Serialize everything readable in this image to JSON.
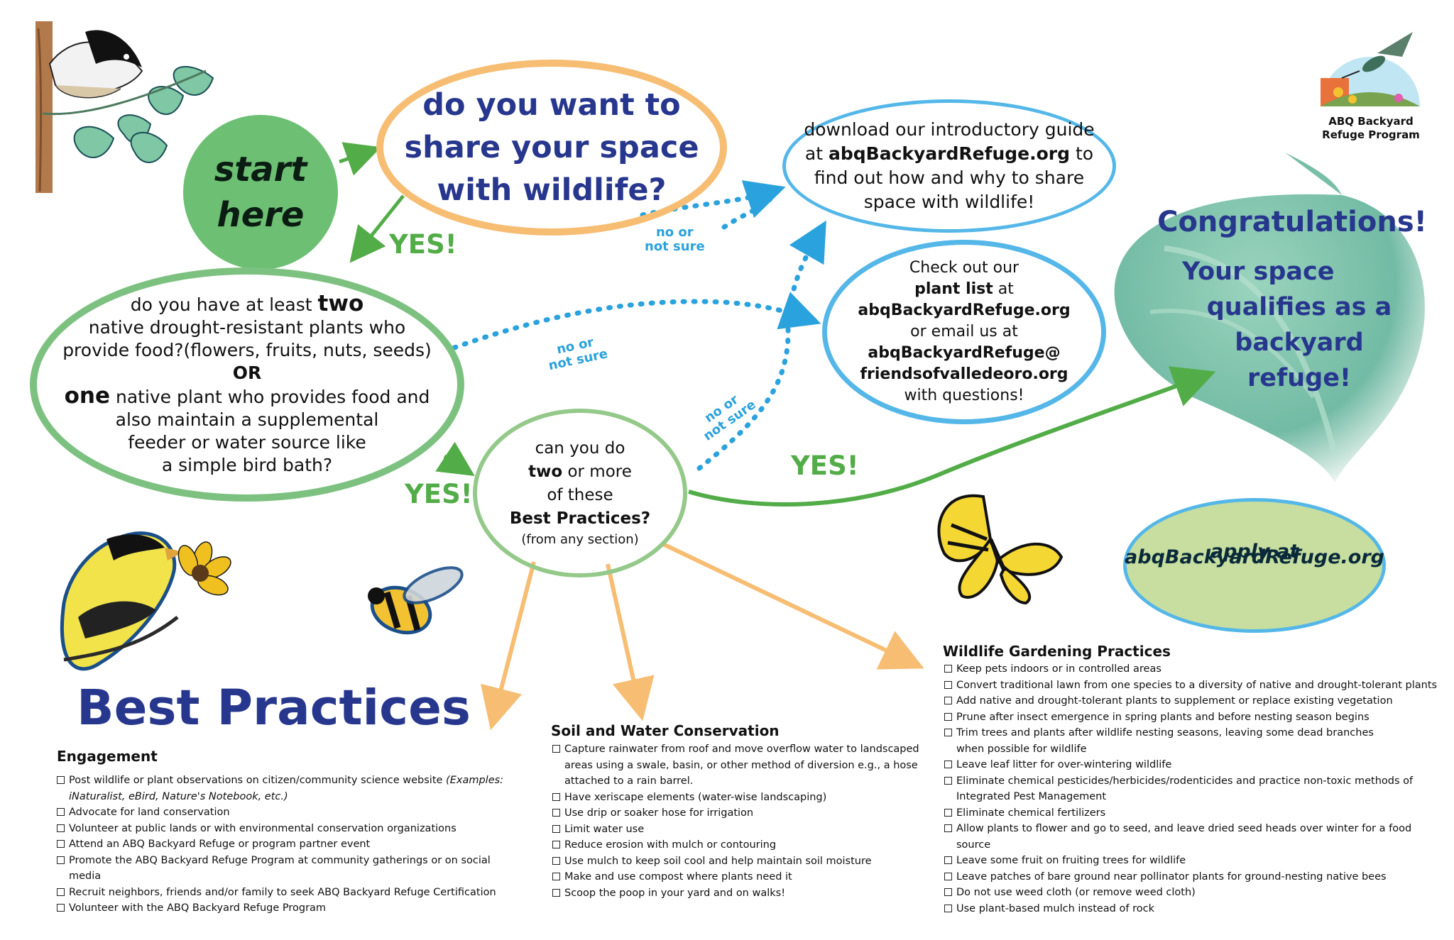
{
  "start": {
    "line1": "start",
    "line2": "here"
  },
  "q_share": {
    "lines": [
      "do you want to",
      "share your space",
      "with wildlife?"
    ]
  },
  "download": {
    "line1": "download our introductory guide",
    "line2_pre": "at ",
    "line2_bold": "abqBackyardRefuge.org",
    "line2_post": " to",
    "line3": "find out how and why to share",
    "line4": "space with wildlife!"
  },
  "plant_list": {
    "line1": "Check out our",
    "line2_bold": "plant list",
    "line2_post": " at",
    "line3": "abqBackyardRefuge.org",
    "line4": "or email us at",
    "line5": "abqBackyardRefuge@",
    "line6": "friendsofvalledeoro.org",
    "line7": "with questions!"
  },
  "q_plants": {
    "line1_pre": "do you have at least ",
    "line1_big": "two",
    "line2": "native drought-resistant plants who",
    "line3": "provide food?(flowers, fruits, nuts, seeds)",
    "or": "OR",
    "line5_big": "one",
    "line5_post": " native plant who provides food and",
    "line6": "also maintain a supplemental",
    "line7": "feeder or water source like",
    "line8": "a simple bird bath?"
  },
  "q_practices": {
    "line1": "can you do",
    "line2_bold": "two",
    "line2_post": " or more",
    "line3": "of these",
    "line4_bold": "Best Practices?",
    "line5": "(from any section)"
  },
  "labels": {
    "yes": "YES!",
    "no_line1": "no or",
    "no_line2": "not sure"
  },
  "congrats": {
    "title": "Congratulations!",
    "lines": [
      "Your space",
      "qualifies as a",
      "backyard",
      "refuge!"
    ]
  },
  "apply": {
    "line1": "apply at",
    "line2": "abqBackyardRefuge.org"
  },
  "logo": {
    "line1": "ABQ Backyard",
    "line2": "Refuge Program"
  },
  "best_practices_title": "Best Practices",
  "engagement": {
    "title": "Engagement",
    "item1_pre": "Post wildlife or plant observations on citizen/community science website ",
    "item1_italic_a": "(Examples:",
    "item1_italic_b": "iNaturalist, eBird, Nature's Notebook, etc.)",
    "items": [
      "Advocate for land conservation",
      "Volunteer at public lands or with environmental conservation organizations",
      "Attend an ABQ Backyard Refuge or program partner event",
      "Promote the ABQ Backyard Refuge Program at community gatherings or on social media",
      "Recruit neighbors, friends and/or family to seek ABQ Backyard Refuge Certification",
      "Volunteer with the ABQ Backyard Refuge Program"
    ]
  },
  "soil": {
    "title": "Soil and Water Conservation",
    "item1_lines": [
      "Capture rainwater from roof and move overflow water to landscaped",
      "areas using a swale, basin, or other method of diversion e.g., a hose",
      "attached to a rain barrel."
    ],
    "items": [
      "Have xeriscape elements (water-wise landscaping)",
      "Use drip or soaker hose for irrigation",
      "Limit water use",
      "Reduce erosion with mulch or contouring",
      "Use mulch to keep soil cool and help maintain soil moisture",
      "Make and use compost where plants need it",
      "Scoop the poop in your yard and on walks!"
    ]
  },
  "wildlife": {
    "title": "Wildlife Gardening Practices",
    "items_a": [
      "Keep pets indoors or in controlled areas",
      "Convert traditional lawn from one species to a diversity of native and drought-tolerant plants",
      "Add native and drought-tolerant plants to supplement or replace existing vegetation",
      "Prune after insect emergence in spring plants and before nesting season begins"
    ],
    "item_trim": [
      "Trim trees and plants after wildlife nesting seasons, leaving some dead branches",
      "when possible for wildlife"
    ],
    "item_leaf": "Leave leaf litter for over-wintering wildlife",
    "item_chem": [
      "Eliminate chemical pesticides/herbicides/rodenticides and practice non-toxic methods of",
      "Integrated Pest Management"
    ],
    "items_b": [
      "Eliminate chemical fertilizers",
      "Allow plants to flower and go to seed, and leave dried seed heads over winter for a food source",
      "Leave some fruit on fruiting trees for wildlife",
      "Leave patches of bare ground near pollinator plants for ground-nesting native bees",
      "Do not use weed cloth (or remove weed cloth)",
      "Use plant-based mulch instead of rock"
    ]
  },
  "colors": {
    "navy": "#27378d",
    "green": "#52ac47",
    "orange": "#f6bd73",
    "blue": "#54b7e8",
    "start_green": "#6cbf73",
    "apply_fill": "#c7dea0"
  }
}
